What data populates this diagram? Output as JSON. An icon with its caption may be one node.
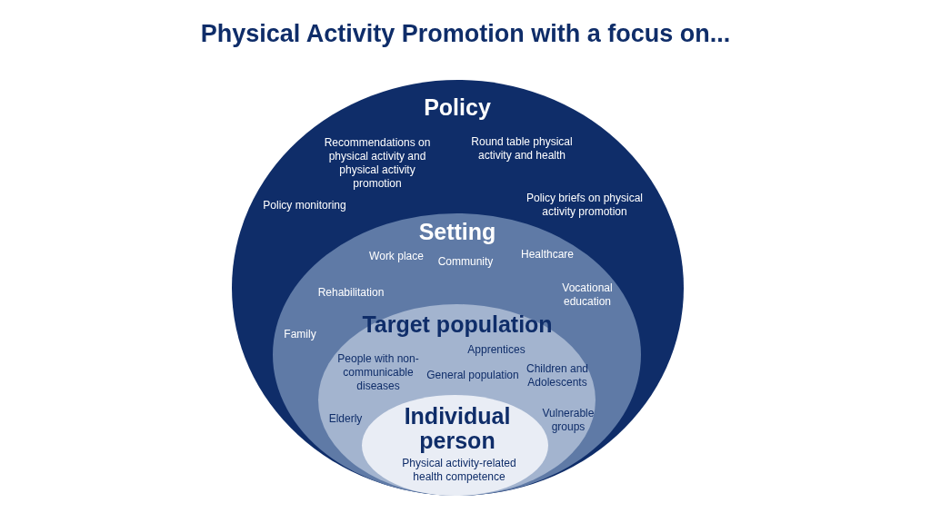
{
  "diagram": {
    "title": "Physical Activity Promotion with a focus on...",
    "nodes": [
      {
        "text": [
          "Policy",
          "Recommendations on physical activity and physical activity promotion",
          "Round table physical activity and health",
          "Policy monitoring",
          "Policy briefs on physical activity promotion"
        ]
      },
      {
        "text": [
          "Setting",
          "Work place",
          "Community",
          "Healthcare",
          "Rehabilitation",
          "Vocational education",
          "Family"
        ],
        "in": 0
      },
      {
        "text": [
          "Target population",
          "Apprentices",
          "People with non-communicable diseases",
          "General population",
          "Children and Adolescents",
          "Elderly",
          "Vulnerable groups"
        ],
        "in": 1
      },
      {
        "text": [
          "Individual person",
          "Physical activity-related health competence"
        ],
        "in": 2
      }
    ],
    "edges": []
  }
}
